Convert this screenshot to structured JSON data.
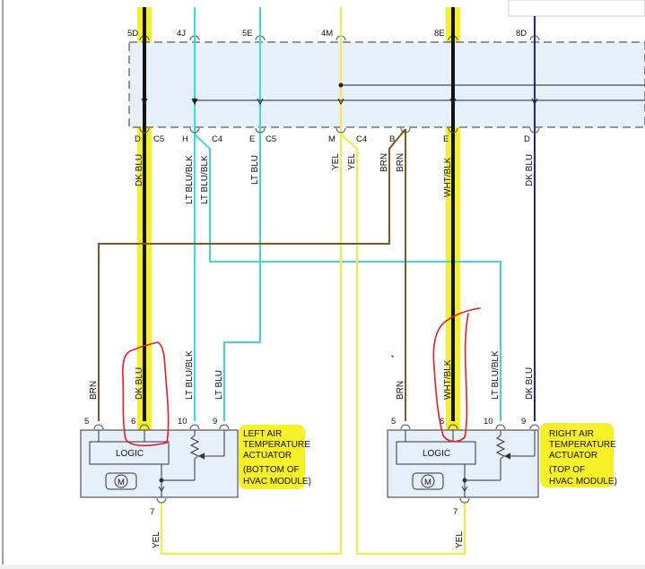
{
  "top_connector_pins": [
    "5D",
    "4J",
    "5E",
    "4M",
    "8E",
    "8D"
  ],
  "module_pin_letters": [
    "D",
    "H",
    "E",
    "M",
    "B",
    "E",
    "D"
  ],
  "connector_ids": [
    "C5",
    "C4",
    "C5",
    "C4"
  ],
  "wire_labels": {
    "dk_blu_top": "DK BLU",
    "lt_blu_blk_top_1": "LT BLU/BLK",
    "lt_blu_blk_top_2": "LT BLU/BLK",
    "lt_blu_top": "LT BLU",
    "yel_top_1": "YEL",
    "yel_top_2": "YEL",
    "brn_top_1": "BRN",
    "brn_top_2": "BRN",
    "wht_blk_top": "WHT/BLK",
    "dk_blu_right_top": "DK BLU",
    "brn_left_bottom": "BRN",
    "dk_blu_left_bottom": "DK BLU",
    "lt_blu_blk_left_bottom": "LT BLU/BLK",
    "lt_blu_left_bottom": "LT BLU",
    "brn_right_bottom": "BRN",
    "wht_blk_right_bottom": "WHT/BLK",
    "lt_blu_blk_right_bottom": "LT BLU/BLK",
    "dk_blu_right_bottom": "DK BLU",
    "yel_left_bottom": "YEL",
    "yel_right_bottom": "YEL"
  },
  "left_actuator": {
    "pins": [
      "5",
      "6",
      "10",
      "9"
    ],
    "ground_pin": "7",
    "logic_label": "LOGIC",
    "motor_label": "M",
    "title_lines": [
      "LEFT AIR",
      "TEMPERATURE",
      "ACTUATOR",
      "(BOTTOM OF",
      "HVAC MODULE)"
    ]
  },
  "right_actuator": {
    "pins": [
      "5",
      "6",
      "10",
      "9"
    ],
    "ground_pin": "7",
    "logic_label": "LOGIC",
    "motor_label": "M",
    "title_lines": [
      "RIGHT AIR",
      "TEMPERATURE",
      "ACTUATOR",
      "(TOP OF",
      "HVAC MODULE)"
    ]
  },
  "colors": {
    "dk_blu": "#1a2a8a",
    "lt_blu": "#44d6e0",
    "yel": "#f2ec3a",
    "brn": "#7a5a1e",
    "highlight": "#f5ef1c",
    "annotation": "#e02020",
    "module_fill": "#e6f0fa",
    "actuator_fill": "#e6f0fa"
  }
}
